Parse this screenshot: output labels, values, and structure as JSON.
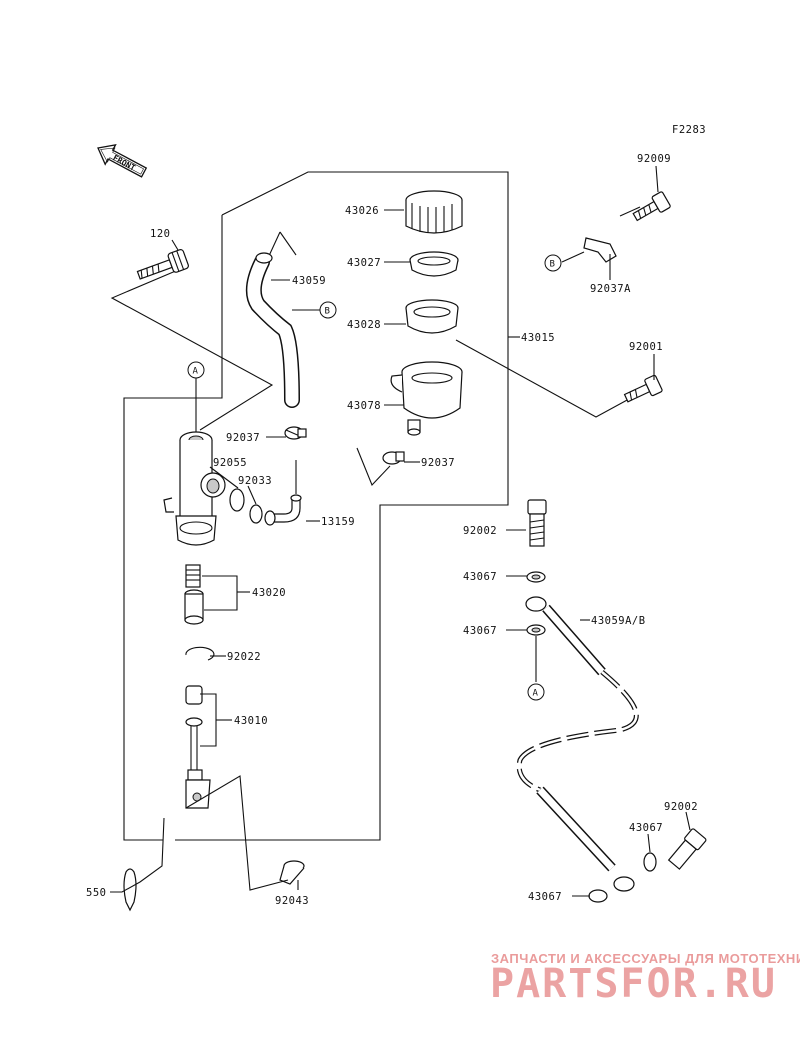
{
  "figure_code": "F2283",
  "front_label": "FRONT",
  "callouts": {
    "a": "A",
    "b": "B"
  },
  "parts": {
    "p120": "120",
    "p43026": "43026",
    "p43027": "43027",
    "p43028": "43028",
    "p43078": "43078",
    "p43015": "43015",
    "p43059": "43059",
    "p92037_a": "92037",
    "p92037_b": "92037",
    "p92055": "92055",
    "p92033": "92033",
    "p13159": "13159",
    "p43020": "43020",
    "p92022": "92022",
    "p43010": "43010",
    "p550": "550",
    "p92043": "92043",
    "p92009": "92009",
    "p92037A": "92037A",
    "p92001": "92001",
    "p92002_a": "92002",
    "p43067_a": "43067",
    "p43059AB": "43059A/B",
    "p43067_b": "43067",
    "p92002_b": "92002",
    "p43067_c": "43067",
    "p43067_d": "43067"
  },
  "watermark": {
    "tagline": "ЗАПЧАСТИ И АКСЕССУАРЫ ДЛЯ МОТОТЕХНИКИ",
    "brand": "PARTSFOR.RU"
  }
}
